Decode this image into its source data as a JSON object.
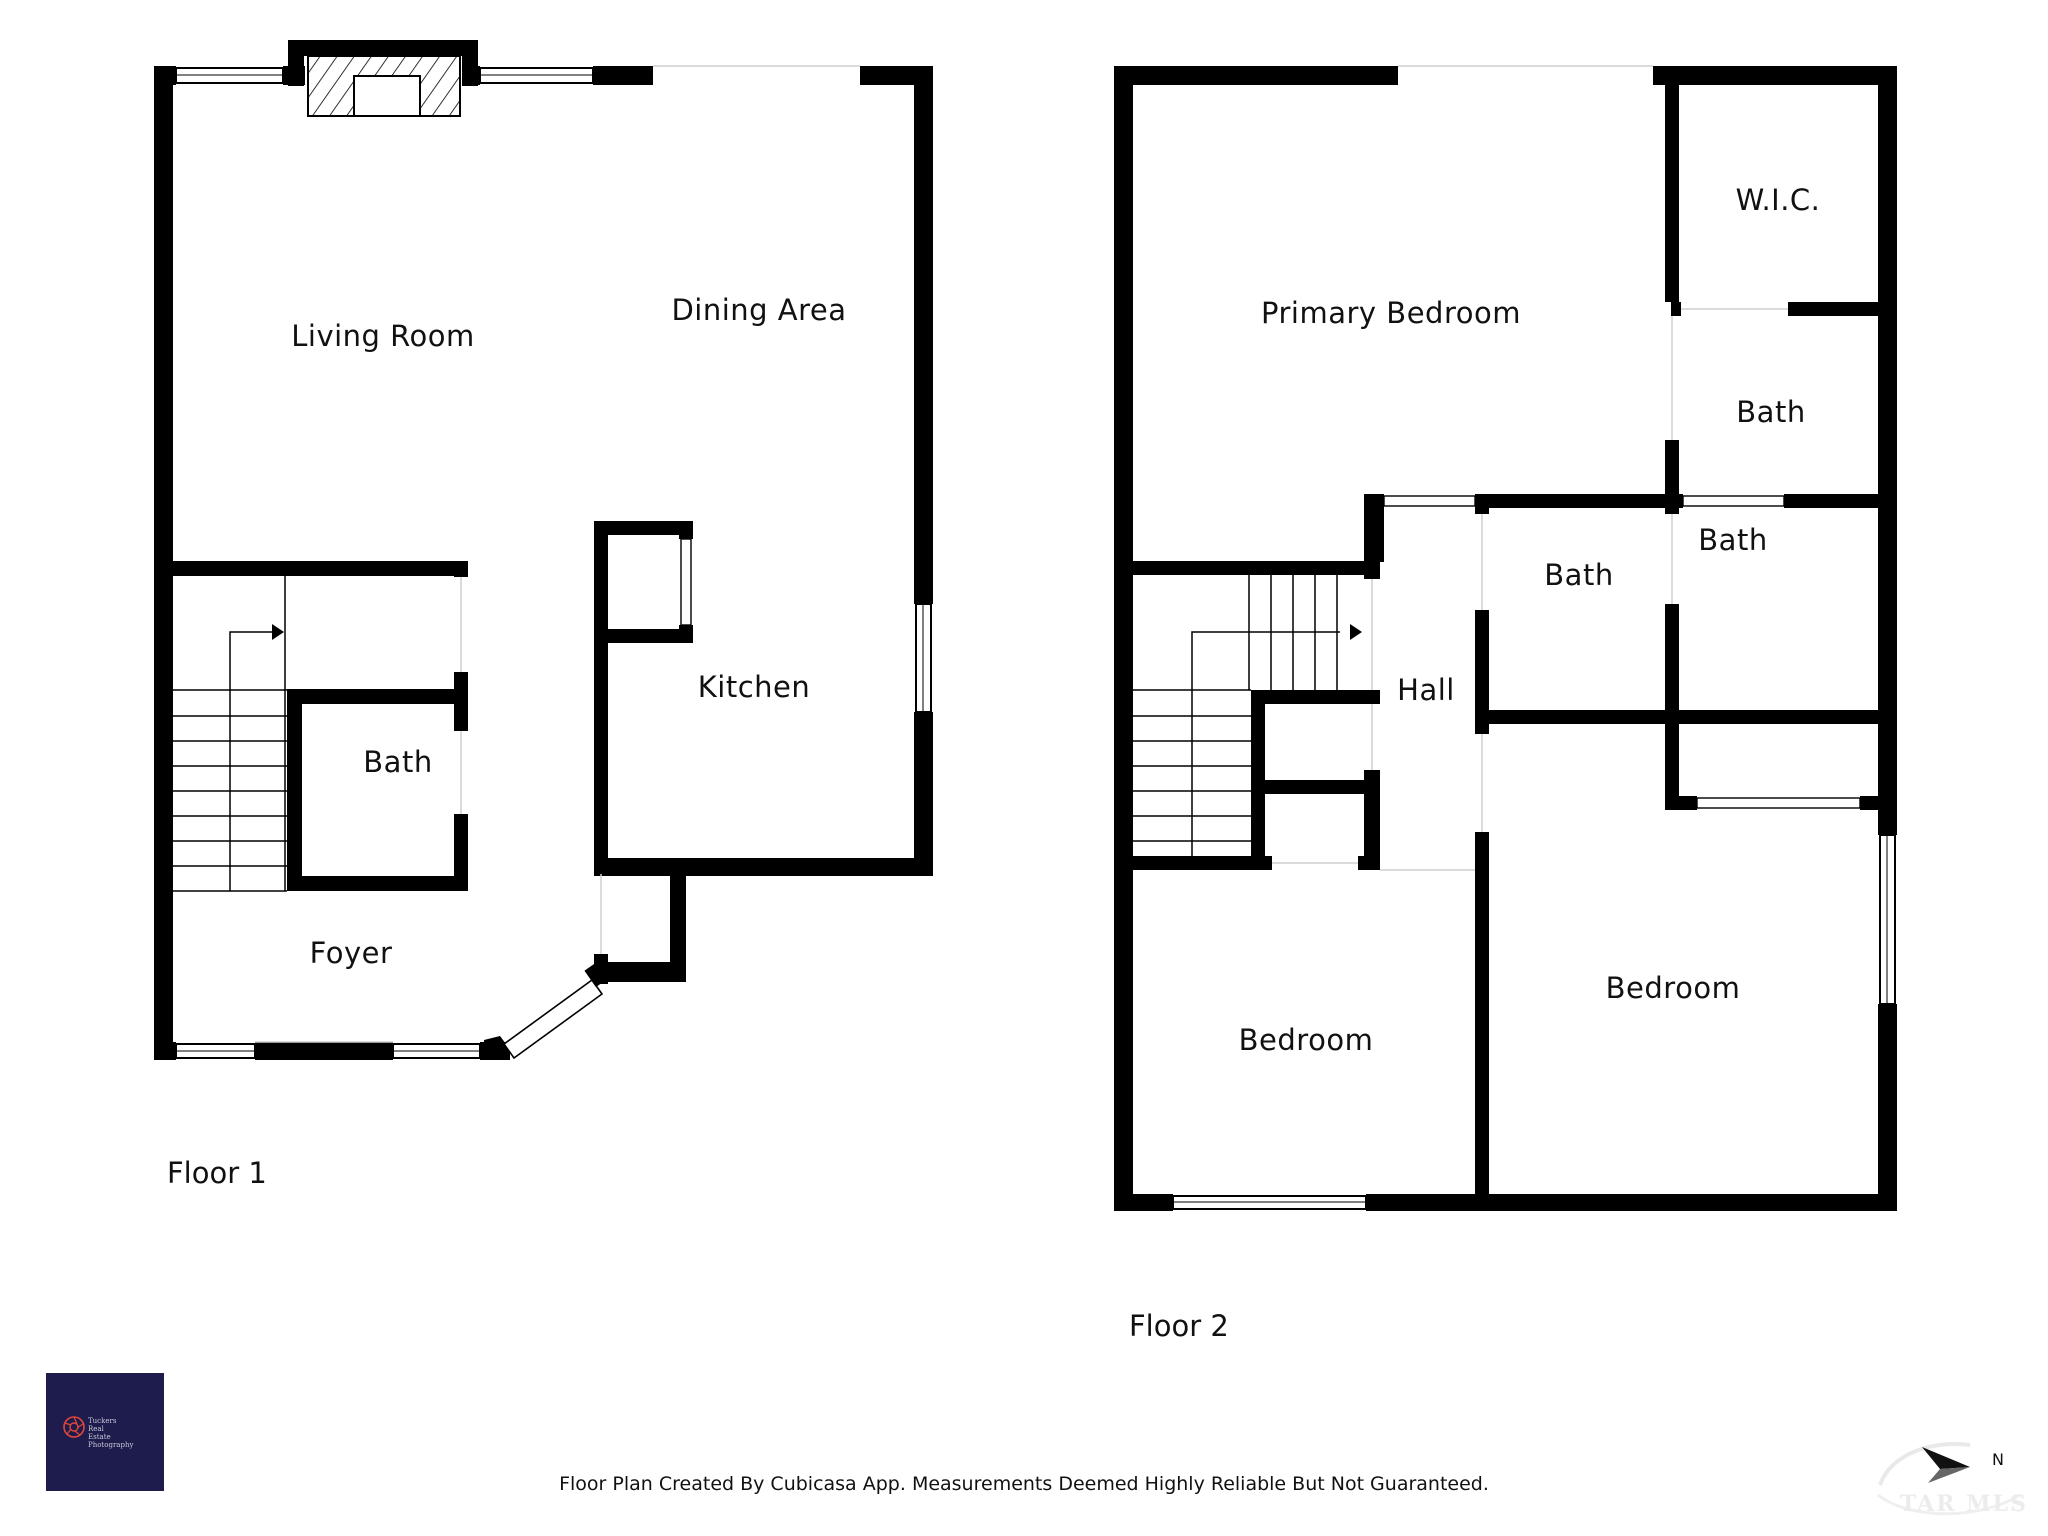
{
  "floors": [
    {
      "label": "Floor 1",
      "rooms": [
        "Living Room",
        "Dining Area",
        "Kitchen",
        "Bath",
        "Foyer"
      ]
    },
    {
      "label": "Floor 2",
      "rooms": [
        "Primary Bedroom",
        "W.I.C.",
        "Bath",
        "Bath",
        "Bath",
        "Hall",
        "Bedroom",
        "Bedroom"
      ]
    }
  ],
  "footer": {
    "disclaimer": "Floor Plan Created By Cubicasa App. Measurements Deemed Highly Reliable But Not Guaranteed."
  },
  "logo": {
    "text": "Tuckers\nReal\nEstate\nPhotography",
    "icon": "camera-aperture-icon",
    "accent": "#e0473a",
    "background": "#1d1c4c"
  },
  "watermark": {
    "icon": "compass-north-icon",
    "north_label": "N"
  },
  "colors": {
    "wall": "#000000",
    "background": "#ffffff"
  }
}
